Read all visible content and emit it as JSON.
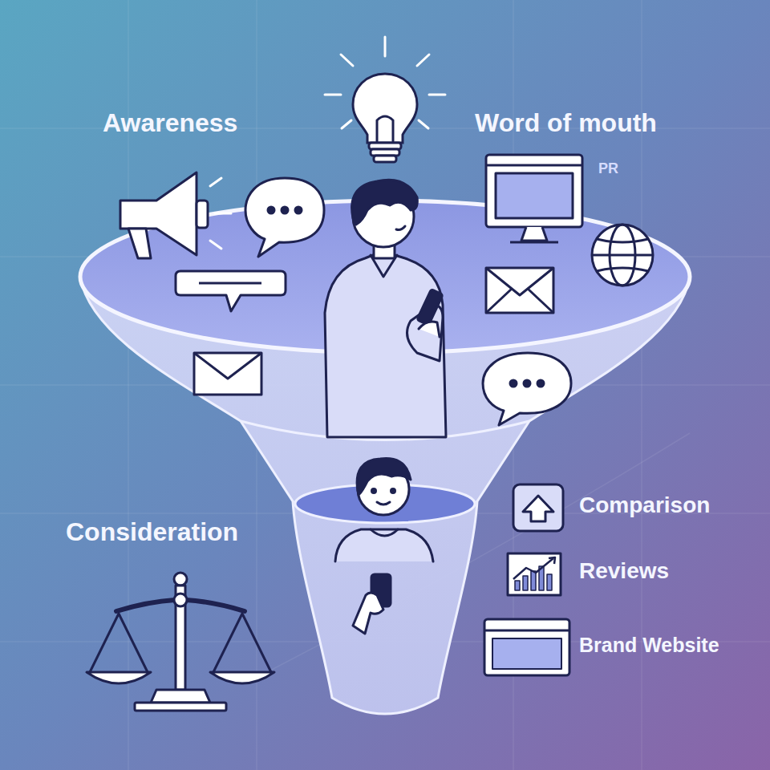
{
  "diagram": {
    "labels": [
      "Awareness",
      "Word of mouth",
      "PR",
      "Consideration",
      "Comparison",
      "Reviews",
      "Brand Website"
    ]
  }
}
